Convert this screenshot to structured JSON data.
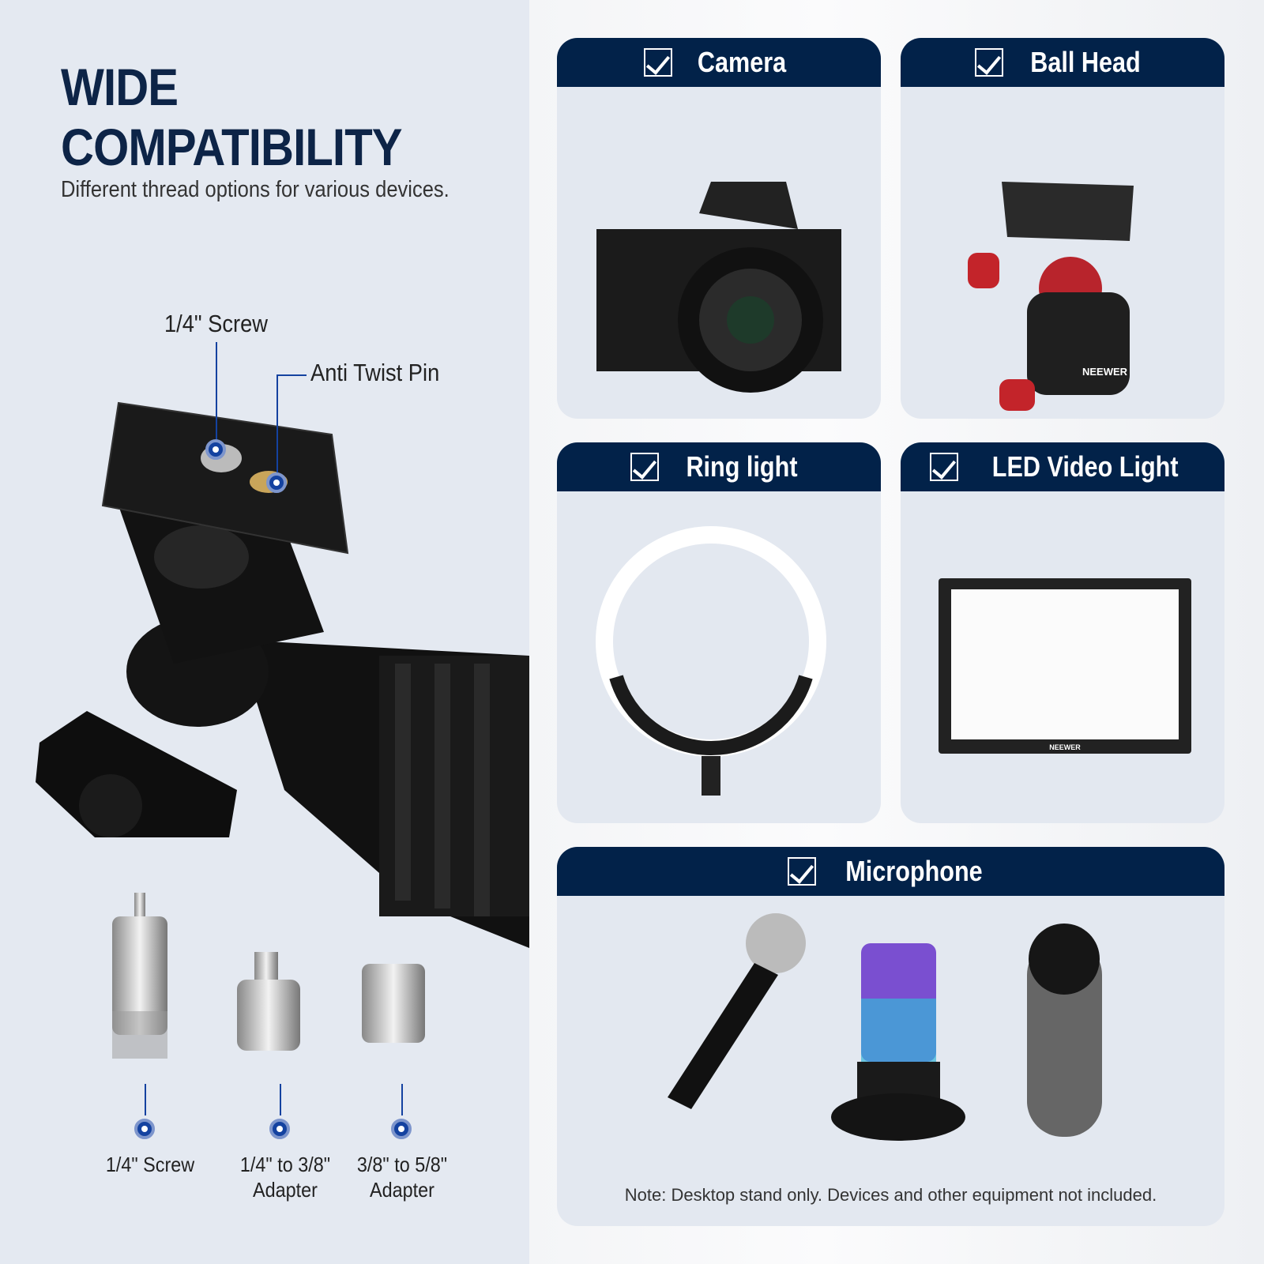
{
  "headline": {
    "title_line1": "WIDE",
    "title_line2": "COMPATIBILITY",
    "subtitle": "Different thread options for various devices."
  },
  "callouts": {
    "screw": "1/4\" Screw",
    "pin": "Anti Twist Pin"
  },
  "adapters": [
    {
      "line1": "1/4\" Screw",
      "line2": ""
    },
    {
      "line1": "1/4\" to 3/8\"",
      "line2": "Adapter"
    },
    {
      "line1": "3/8\" to 5/8\"",
      "line2": "Adapter"
    }
  ],
  "cards": [
    {
      "label": "Camera",
      "icon": "check-icon"
    },
    {
      "label": "Ball Head",
      "icon": "check-icon"
    },
    {
      "label": "Ring light",
      "icon": "check-icon"
    },
    {
      "label": "LED Video Light",
      "icon": "check-icon"
    },
    {
      "label": "Microphone",
      "icon": "check-icon"
    }
  ],
  "brand_marks": {
    "ballhead": "NEEWER",
    "panel": "NEEWER"
  },
  "note": "Note: Desktop stand only. Devices and other equipment not included.",
  "colors": {
    "header": "#022249",
    "accent": "#1442a0",
    "card": "#e3e8f0"
  }
}
